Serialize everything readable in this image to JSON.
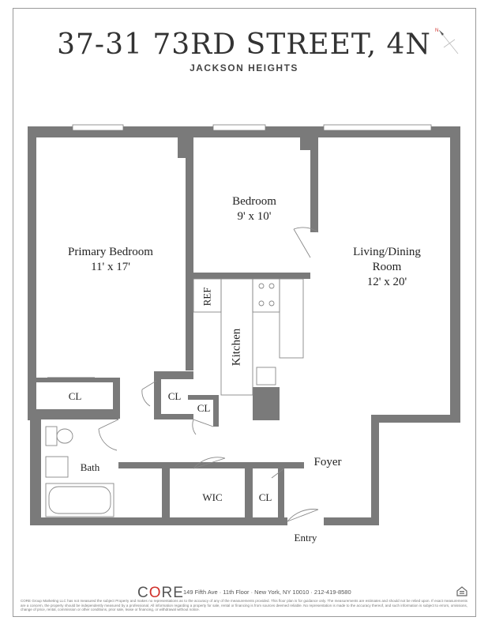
{
  "header": {
    "title": "37-31 73RD STREET, 4N",
    "subtitle": "JACKSON HEIGHTS"
  },
  "compass": {
    "icon": "north-arrow-icon",
    "label": "N"
  },
  "rooms": {
    "primary_bedroom": {
      "name": "Primary Bedroom",
      "size": "11' x 17'"
    },
    "bedroom": {
      "name": "Bedroom",
      "size": "9' x 10'"
    },
    "living": {
      "name": "Living/Dining",
      "name2": "Room",
      "size": "12' x 20'"
    },
    "kitchen": "Kitchen",
    "ref": "REF",
    "cl_primary": "CL",
    "cl_hall": "CL",
    "cl_kitchen": "CL",
    "bath": "Bath",
    "wic": "WIC",
    "cl_foyer": "CL",
    "foyer": "Foyer",
    "entry": "Entry"
  },
  "colors": {
    "wall": "#7a7a7a",
    "logo_accent": "#d0302a"
  },
  "footer": {
    "logo": "CORE",
    "address": "149 Fifth Ave · 11th Floor · New York, NY 10010 · 212-419-8580",
    "disclaimer": "CORE Group Marketing LLC has not measured the subject Property and makes no representations as to the accuracy of any of the measurements provided. This floor plan is for guidance only. The measurements are estimates and should not be relied upon. If exact measurements are a concern, the property should be independently measured by a professional. All information regarding a property for sale, rental or financing is from sources deemed reliable. No representation is made to the accuracy thereof, and such information is subject to errors, omissions, change of price, rental, commission or other conditions, prior sale, lease or financing, or withdrawal without notice.",
    "equal_housing_icon": "equal-housing-icon"
  }
}
